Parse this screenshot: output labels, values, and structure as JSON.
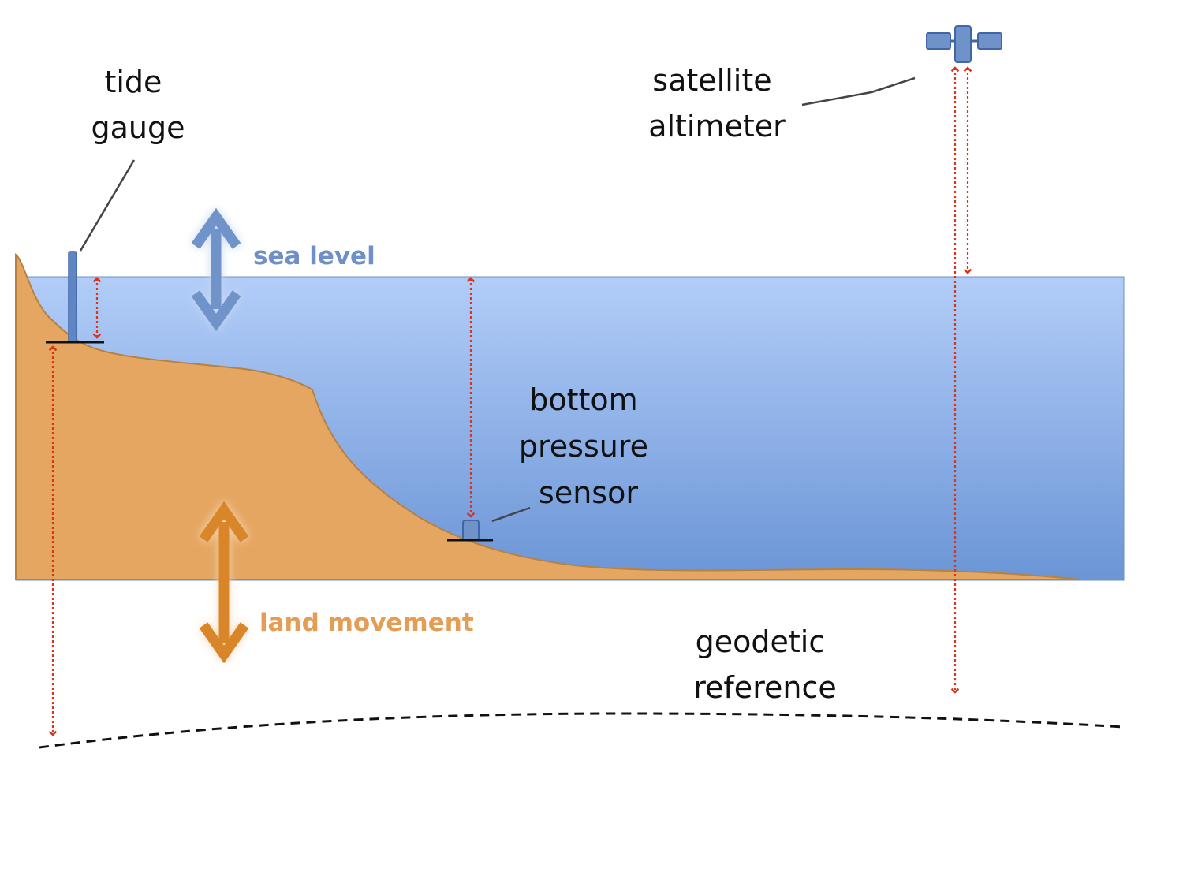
{
  "labels": {
    "tide_gauge": [
      "tide",
      "gauge"
    ],
    "satellite_altimeter": [
      "satellite",
      "altimeter"
    ],
    "sea_level": "sea level",
    "bottom_pressure_sensor": [
      "bottom",
      "pressure",
      "sensor"
    ],
    "land_movement": "land movement",
    "geodetic_reference": [
      "geodetic",
      "reference"
    ]
  },
  "colors": {
    "water_top": "#b2cdf8",
    "water_bottom": "#6b95d6",
    "land": "#e5a661",
    "land_edge": "#b8813f",
    "sea_level_arrow": "#6f93c9",
    "sea_level_text": "#6e8fc7",
    "land_arrow": "#d9862a",
    "land_text": "#e39d55",
    "measurement": "#d9341c",
    "instrument": "#5f86c2",
    "reference_line": "#111111"
  }
}
